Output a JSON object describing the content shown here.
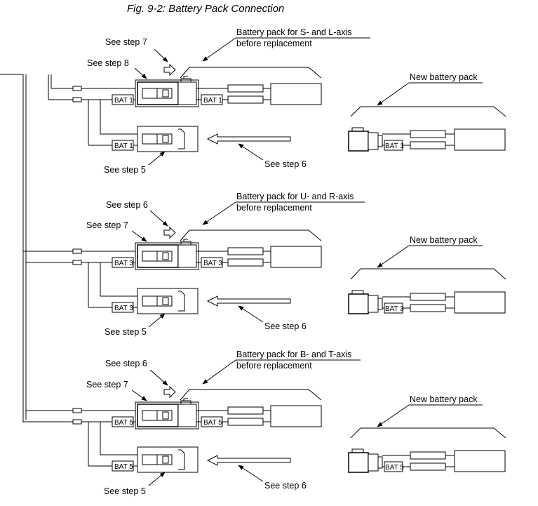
{
  "figure_title": "Fig. 9-2: Battery Pack Connection",
  "groups": [
    {
      "bat_tag": "BAT 1",
      "callout_upper": "See step 7",
      "callout_lower": "See step 8",
      "callout_box": "See step 5",
      "callout_arrow": "See step 6",
      "old_pack_line1": "Battery pack for S- and L-axis",
      "old_pack_line2": "before replacement",
      "new_pack_label": "New battery pack"
    },
    {
      "bat_tag": "BAT 3",
      "callout_upper": "See step 6",
      "callout_lower": "See step 7",
      "callout_box": "See step 5",
      "callout_arrow": "See step 6",
      "old_pack_line1": "Battery pack for U- and R-axis",
      "old_pack_line2": "before replacement",
      "new_pack_label": "New battery pack"
    },
    {
      "bat_tag": "BAT 5",
      "callout_upper": "See step 6",
      "callout_lower": "See step 7",
      "callout_box": "See step 5",
      "callout_arrow": "See step 6",
      "old_pack_line1": "Battery pack for B- and T-axis",
      "old_pack_line2": "before replacement",
      "new_pack_label": "New battery pack"
    }
  ]
}
